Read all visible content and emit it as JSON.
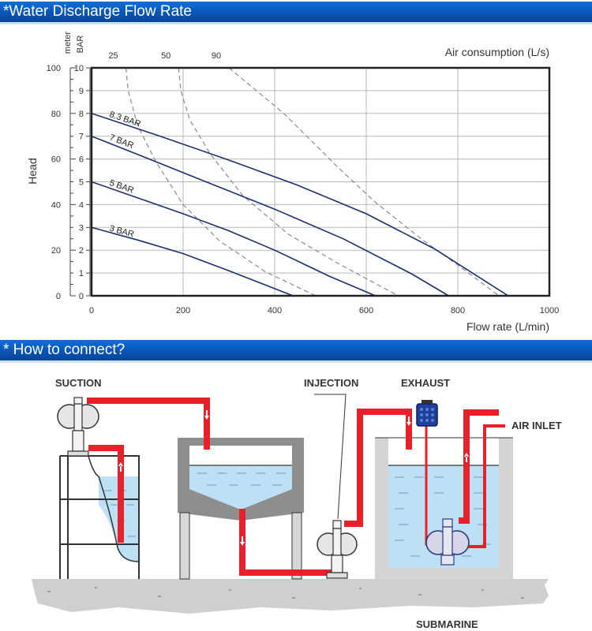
{
  "section_titles": {
    "flow_rate": "*Water Discharge Flow Rate",
    "connect": "* How to connect?"
  },
  "chart_data": {
    "type": "line",
    "title": "",
    "xlabel": "Flow rate (L/min)",
    "ylabel": "Head",
    "y2_unit_label": "BAR",
    "y_meter_unit_label": "meter",
    "secondary_x_label": "Air consumption (L/s)",
    "xlim": [
      0,
      1000
    ],
    "ylim": [
      0,
      10
    ],
    "x_ticks": [
      0,
      200,
      400,
      600,
      800,
      1000
    ],
    "bar_ticks": [
      0,
      1,
      2,
      3,
      4,
      5,
      6,
      7,
      8,
      9,
      10
    ],
    "meter_ticks": [
      0,
      20,
      40,
      60,
      80,
      100
    ],
    "grid": true,
    "series": [
      {
        "name": "8.3 BAR",
        "x": [
          0,
          150,
          300,
          450,
          600,
          750,
          910
        ],
        "y": [
          8.0,
          7.0,
          5.95,
          4.85,
          3.6,
          2.05,
          0
        ]
      },
      {
        "name": "7 BAR",
        "x": [
          0,
          120,
          250,
          400,
          550,
          700,
          780
        ],
        "y": [
          7.0,
          6.05,
          5.0,
          3.8,
          2.5,
          0.95,
          0
        ]
      },
      {
        "name": "5 BAR",
        "x": [
          0,
          100,
          200,
          300,
          400,
          520,
          620
        ],
        "y": [
          5.0,
          4.3,
          3.6,
          2.85,
          2.0,
          0.85,
          0
        ]
      },
      {
        "name": "3 BAR",
        "x": [
          0,
          100,
          200,
          300,
          440
        ],
        "y": [
          3.0,
          2.45,
          1.85,
          1.1,
          0
        ]
      }
    ],
    "air_consumption_curves": [
      {
        "name": "25",
        "x": [
          75,
          80,
          100,
          140,
          200,
          280,
          380,
          490
        ],
        "y": [
          10,
          9,
          7.5,
          5.9,
          4.0,
          2.4,
          1.05,
          0
        ]
      },
      {
        "name": "50",
        "x": [
          190,
          195,
          215,
          260,
          330,
          430,
          540,
          670
        ],
        "y": [
          10,
          9,
          7.7,
          6.2,
          4.4,
          2.7,
          1.4,
          0
        ]
      },
      {
        "name": "90",
        "x": [
          300,
          360,
          420,
          470,
          540,
          620,
          720,
          810,
          890
        ],
        "y": [
          10,
          9,
          8,
          7,
          5.6,
          4.1,
          2.5,
          1.2,
          0
        ]
      }
    ]
  },
  "diagram": {
    "labels": {
      "suction": "SUCTION",
      "injection": "INJECTION",
      "exhaust": "EXHAUST",
      "air_inlet": "AIR INLET",
      "submarine": "SUBMARINE"
    },
    "colors": {
      "pipe": "#e8202a",
      "water": "#bde0f5",
      "ground": "#cfcfcf",
      "wall": "#bdbdbd"
    }
  }
}
